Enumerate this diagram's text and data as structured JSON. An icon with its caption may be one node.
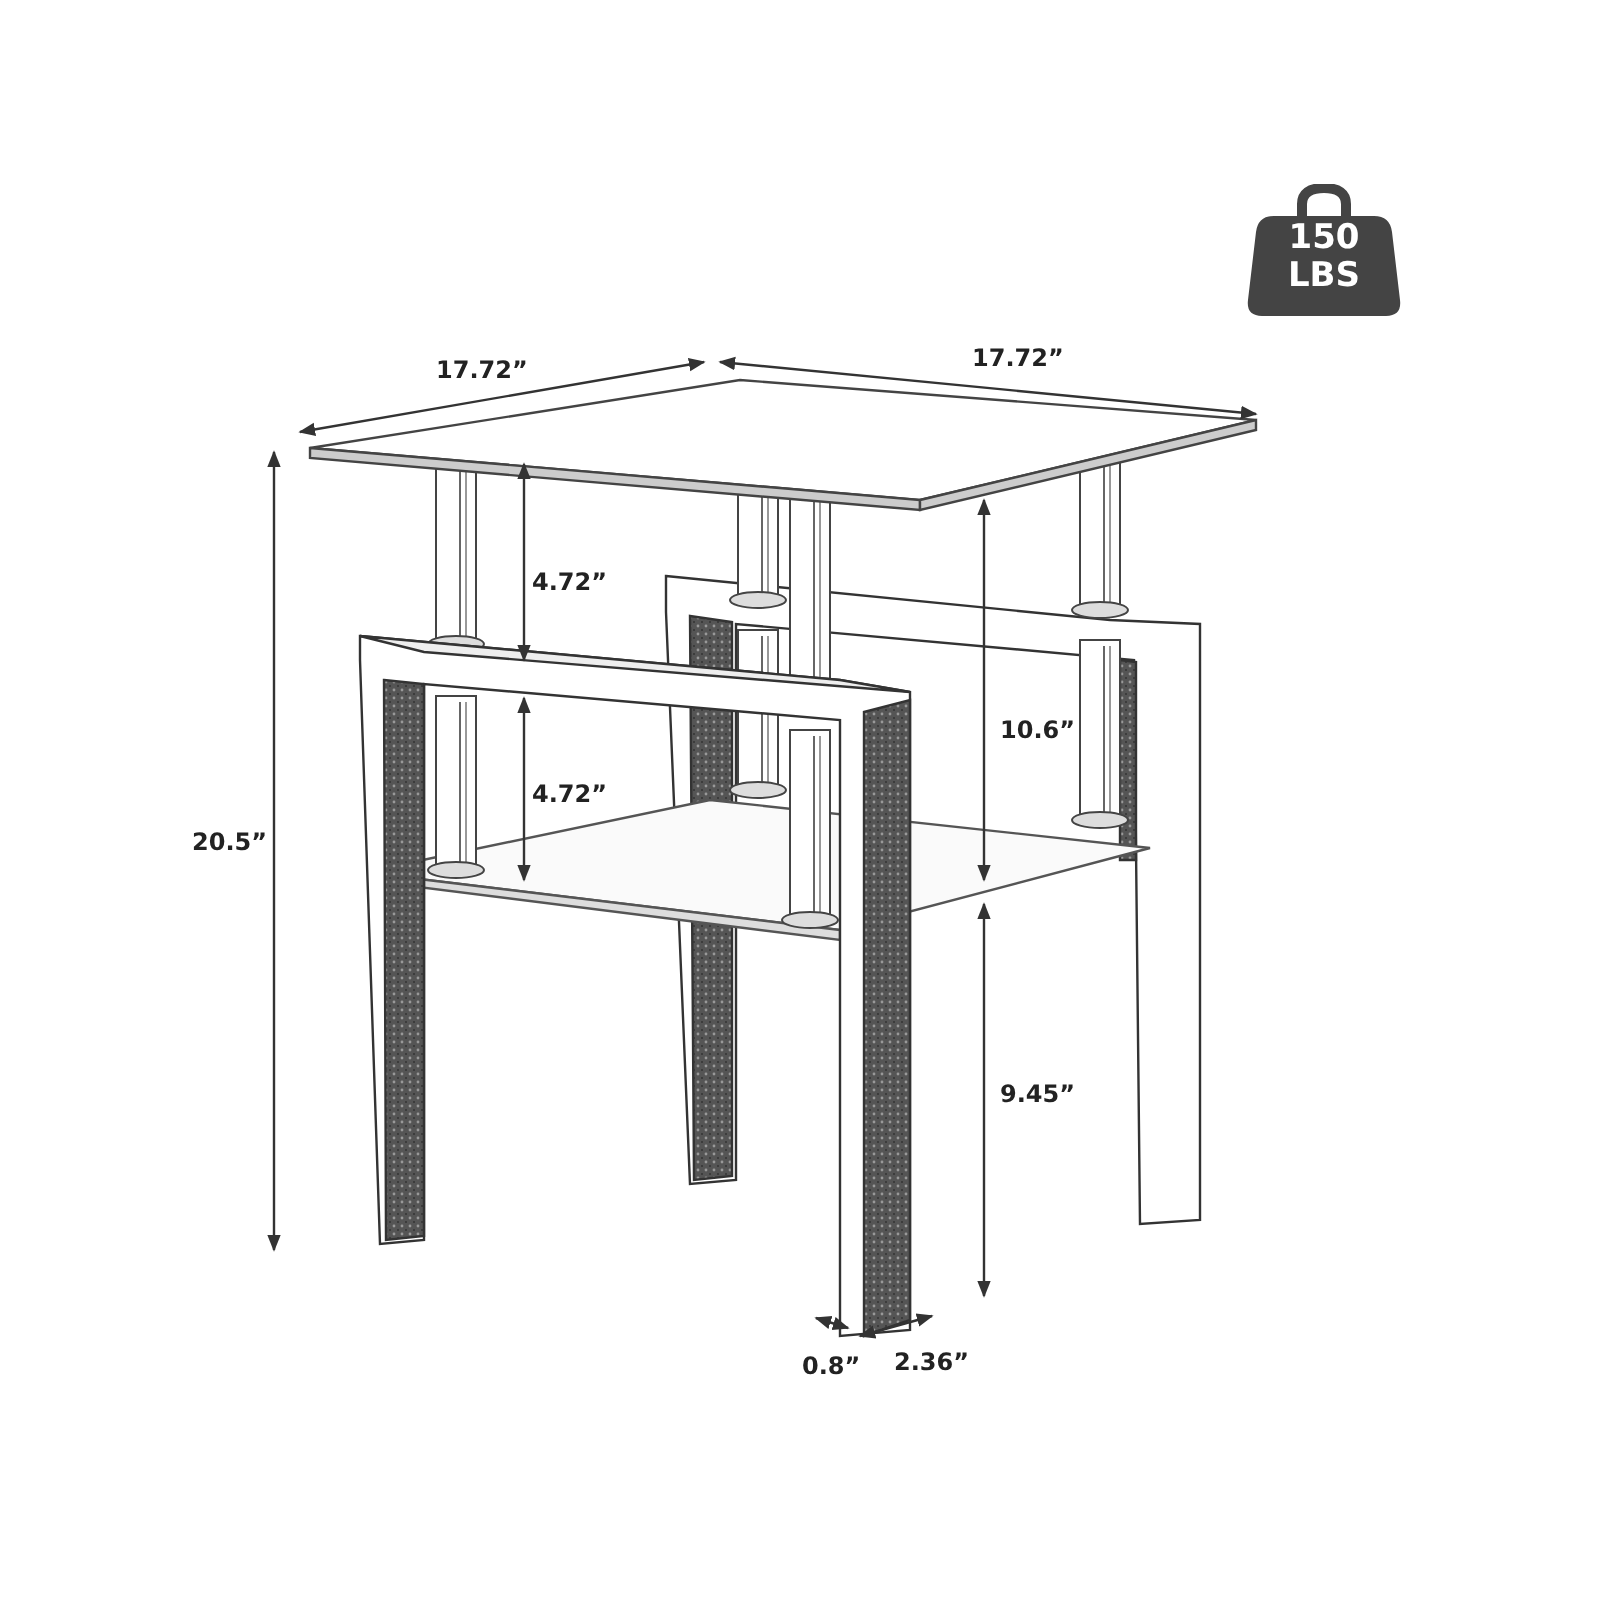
{
  "diagram": {
    "nodes": [
      {
        "text": [
          "150 LBS"
        ]
      }
    ],
    "labels": [
      "17.72”",
      "17.72”",
      "4.72”",
      "20.5”",
      "4.72”",
      "10.6”",
      "9.45”",
      "0.8”",
      "2.36”"
    ]
  }
}
